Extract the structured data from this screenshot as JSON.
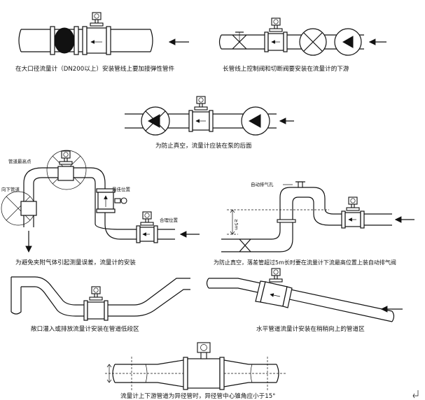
{
  "captions": {
    "d1": "在大口径流量计（DN200以上）安装管线上要加接弹性管件",
    "d2": "长管线上控制阀和切断阀要安装在流量计的下游",
    "d3": "为防止真空，流量计应装在泵的后面",
    "d4": "为避免夹附气体引起测量误差，流量计的安装",
    "d5": "为防止真空，落差管超过5m长时要在流量计下流最高位置上装自动排气阀",
    "d6": "敞口灌入或排放流量计安装在管道低段区",
    "d7": "水平管道流量计安装在稍稍向上的管道区",
    "d8": "流量计上下游管道为异径管时，异径管中心锥角应小于15°"
  },
  "labels": {
    "highest_point": "管道最高点",
    "down_pipe": "向下管道",
    "best_position": "最佳位置",
    "suitable_position": "合理位置",
    "auto_vent": "自动排气孔",
    "height": "≥5m"
  },
  "colors": {
    "line": "#111111",
    "background": "#ffffff"
  }
}
